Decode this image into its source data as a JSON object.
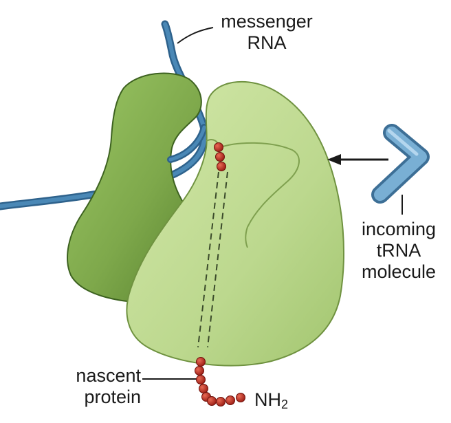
{
  "labels": {
    "mrna_line1": "messenger",
    "mrna_line2": "RNA",
    "trna_line1": "incoming",
    "trna_line2": "tRNA",
    "trna_line3": "molecule",
    "protein_line1": "nascent",
    "protein_line2": "protein",
    "nh2_main": "NH",
    "nh2_sub": "2"
  },
  "colors": {
    "large_subunit": "#86b054",
    "large_subunit_dark": "#4f7a2a",
    "small_subunit": "#bcd98c",
    "small_subunit_dark": "#7fa04f",
    "rna": "#3f7aa6",
    "trna": "#6ea3c9",
    "bead": "#b8251d",
    "ink": "#1a1a1a"
  }
}
